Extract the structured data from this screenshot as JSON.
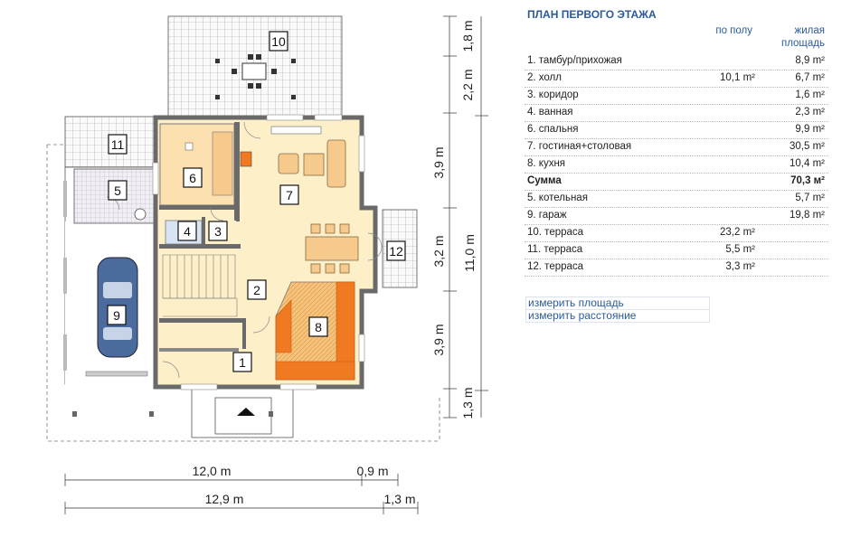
{
  "room_labels": [
    "1",
    "2",
    "3",
    "4",
    "5",
    "6",
    "7",
    "8",
    "9",
    "10",
    "11",
    "12"
  ],
  "dimensions": {
    "right_segments": [
      "1,8 m",
      "2,2 m",
      "3,9 m",
      "3,2 m",
      "3,9 m",
      "1,3 m"
    ],
    "right_total": "11,0 m",
    "bottom_top": [
      "12,0 m",
      "0,9 m"
    ],
    "bottom_lower": [
      "12,9 m",
      "1,3 m"
    ]
  },
  "panel": {
    "title": "ПЛАН ПЕРВОГО ЭТАЖА",
    "col_floor": "по полу",
    "col_living": "жилая\nплощадь",
    "rows": [
      {
        "name": "1. тамбур/прихожая",
        "floor": "",
        "living": "8,9 m²",
        "bold": false
      },
      {
        "name": "2. холл",
        "floor": "10,1 m²",
        "living": "6,7 m²",
        "bold": false
      },
      {
        "name": "3. коридор",
        "floor": "",
        "living": "1,6 m²",
        "bold": false
      },
      {
        "name": "4. ванная",
        "floor": "",
        "living": "2,3 m²",
        "bold": false
      },
      {
        "name": "6. спальня",
        "floor": "",
        "living": "9,9 m²",
        "bold": false
      },
      {
        "name": "7. гостиная+столовая",
        "floor": "",
        "living": "30,5 m²",
        "bold": false
      },
      {
        "name": "8. кухня",
        "floor": "",
        "living": "10,4 m²",
        "bold": false
      },
      {
        "name": "Сумма",
        "floor": "",
        "living": "70,3 м²",
        "bold": true
      },
      {
        "name": "5. котельная",
        "floor": "",
        "living": "5,7 m²",
        "bold": false
      },
      {
        "name": "9. гараж",
        "floor": "",
        "living": "19,8 m²",
        "bold": false
      },
      {
        "name": "10. терраса",
        "floor": "23,2 m²",
        "living": "",
        "bold": false
      },
      {
        "name": "11. терраса",
        "floor": "5,5 m²",
        "living": "",
        "bold": false
      },
      {
        "name": "12. терраса",
        "floor": "3,3 m²",
        "living": "",
        "bold": false
      }
    ],
    "link_area": "измерить площадь",
    "link_distance": "измерить расстояние"
  },
  "colors": {
    "living": "#fdf0c8",
    "bedroom": "#fce0b0",
    "kitchen": "#f07a22",
    "wall": "#6a6a6a",
    "car": "#4a6b9c",
    "accent_text": "#2a5a9a"
  }
}
